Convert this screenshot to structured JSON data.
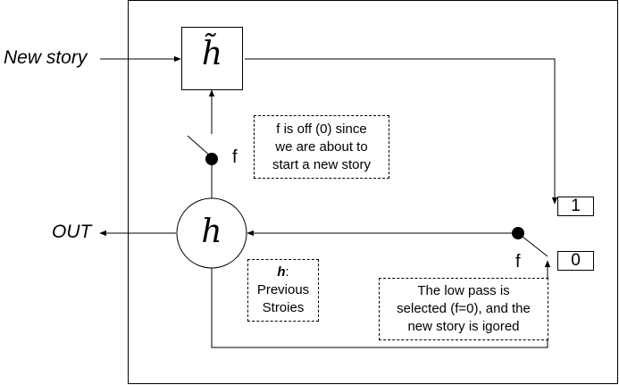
{
  "labels": {
    "input": "New story",
    "output": "OUT",
    "switch_top": "f",
    "switch_bottom": "f",
    "box_one": "1",
    "box_zero": "0"
  },
  "nodes": {
    "candidate": "h̃",
    "hidden": "h"
  },
  "notes": {
    "top": [
      "f is off (0) since",
      "we are about to",
      "start a new story"
    ],
    "h_symbol": "h",
    "h_colon": ":",
    "h_lines": [
      "Previous",
      "Stroies"
    ],
    "bottom": [
      "The low pass is",
      "selected (f=0), and the",
      "new story is igored"
    ]
  }
}
